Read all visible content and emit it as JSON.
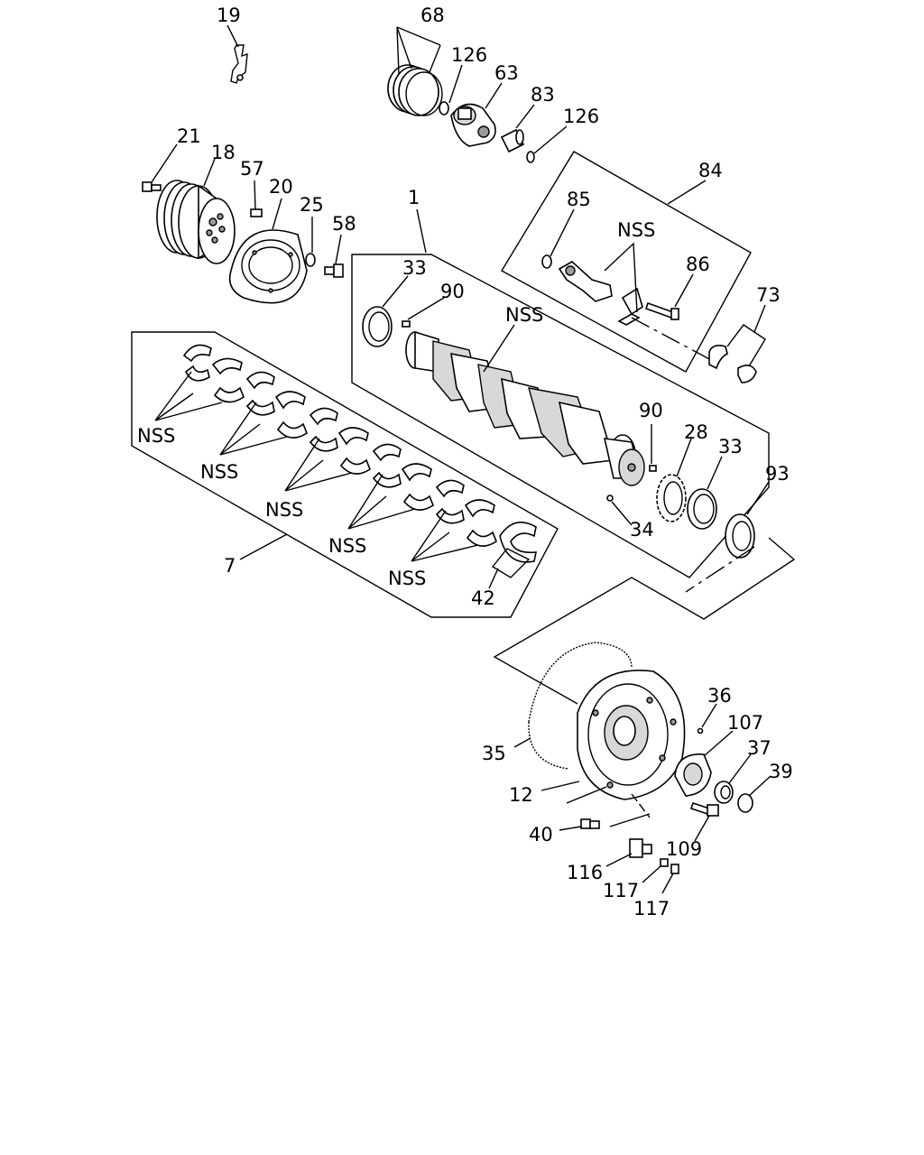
{
  "labels": {
    "l19": "19",
    "l68": "68",
    "l126a": "126",
    "l63": "63",
    "l83": "83",
    "l126b": "126",
    "l21": "21",
    "l18": "18",
    "l57": "57",
    "l20": "20",
    "l25": "25",
    "l58": "58",
    "l1": "1",
    "l84": "84",
    "l85": "85",
    "lnss1": "NSS",
    "l86": "86",
    "l73": "73",
    "l33a": "33",
    "l90a": "90",
    "lnss2": "NSS",
    "lnss3": "NSS",
    "lnss4": "NSS",
    "lnss5": "NSS",
    "lnss6": "NSS",
    "lnss7": "NSS",
    "l7": "7",
    "l42": "42",
    "l90b": "90",
    "l28": "28",
    "l33b": "33",
    "l93": "93",
    "l34": "34",
    "l36": "36",
    "l107": "107",
    "l37": "37",
    "l39": "39",
    "l35": "35",
    "l12": "12",
    "l40": "40",
    "l109": "109",
    "l116": "116",
    "l117a": "117",
    "l117b": "117"
  }
}
